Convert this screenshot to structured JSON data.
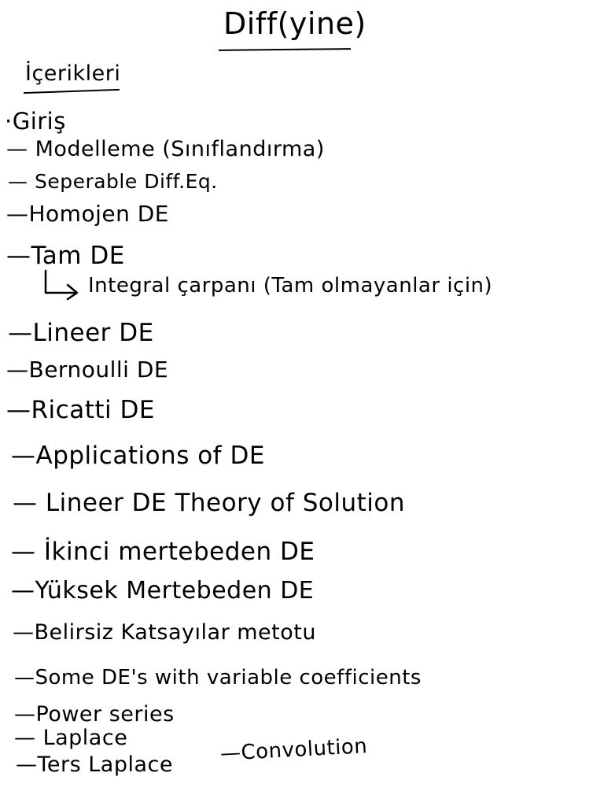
{
  "title": "Diff(yine)",
  "subtitle": "İçerikleri",
  "items": [
    "·Giriş",
    "— Modelleme (Sınıflandırma)",
    "— Seperable Diff.Eq.",
    "—Homojen DE",
    "—Tam DE",
    "Integral çarpanı (Tam olmayanlar için)",
    "—Lineer DE",
    "—Bernoulli DE",
    "—Ricatti DE",
    "—Applications of DE",
    "— Lineer DE Theory of Solution",
    "— İkinci mertebeden DE",
    "—Yüksek Mertebeden DE",
    "—Belirsiz Katsayılar metotu",
    "—Some DE's with variable coefficients",
    "—Power series",
    "— Laplace",
    "—Ters Laplace",
    "—Convolution"
  ]
}
